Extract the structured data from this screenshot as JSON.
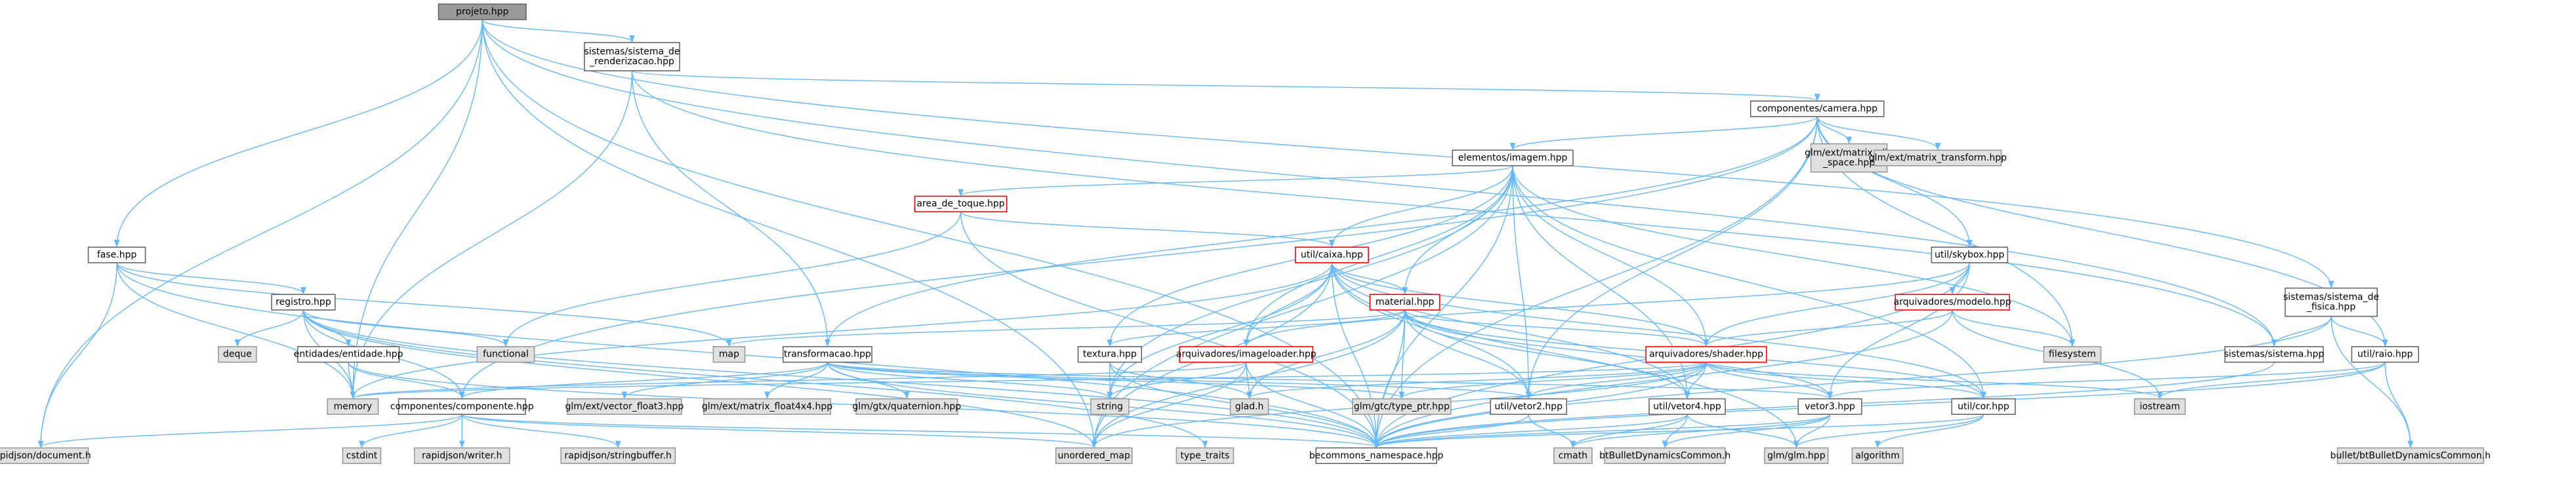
{
  "colors": {
    "edge": "#63b8ff",
    "root_fill": "#999999",
    "root_stroke": "#666666",
    "local_fill": "#ffffff",
    "local_stroke": "#666666",
    "ext_fill": "#e0e0e0",
    "ext_stroke": "#999999",
    "trunc_stroke": "#ff0000"
  },
  "nodes": [
    {
      "id": "projeto",
      "lines": [
        "projeto.hpp"
      ],
      "kind": "root"
    },
    {
      "id": "sistrender",
      "lines": [
        "sistemas/sistema_de",
        "_renderizacao.hpp"
      ],
      "kind": "local"
    },
    {
      "id": "camera",
      "lines": [
        "componentes/camera.hpp"
      ],
      "kind": "local"
    },
    {
      "id": "imagem",
      "lines": [
        "elementos/imagem.hpp"
      ],
      "kind": "local"
    },
    {
      "id": "clip",
      "lines": [
        "glm/ext/matrix_clip",
        "_space.hpp"
      ],
      "kind": "ext"
    },
    {
      "id": "mtransform",
      "lines": [
        "glm/ext/matrix_transform.hpp"
      ],
      "kind": "ext"
    },
    {
      "id": "areatoque",
      "lines": [
        "area_de_toque.hpp"
      ],
      "kind": "trunc"
    },
    {
      "id": "caixa",
      "lines": [
        "util/caixa.hpp"
      ],
      "kind": "trunc"
    },
    {
      "id": "skybox",
      "lines": [
        "util/skybox.hpp"
      ],
      "kind": "local"
    },
    {
      "id": "modelo",
      "lines": [
        "arquivadores/modelo.hpp"
      ],
      "kind": "trunc"
    },
    {
      "id": "material",
      "lines": [
        "material.hpp"
      ],
      "kind": "trunc"
    },
    {
      "id": "shader",
      "lines": [
        "arquivadores/shader.hpp"
      ],
      "kind": "trunc"
    },
    {
      "id": "sistfisica",
      "lines": [
        "sistemas/sistema_de",
        "_fisica.hpp"
      ],
      "kind": "local"
    },
    {
      "id": "sistema",
      "lines": [
        "sistemas/sistema.hpp"
      ],
      "kind": "local"
    },
    {
      "id": "raio",
      "lines": [
        "util/raio.hpp"
      ],
      "kind": "local"
    },
    {
      "id": "fase",
      "lines": [
        "fase.hpp"
      ],
      "kind": "local"
    },
    {
      "id": "registro",
      "lines": [
        "registro.hpp"
      ],
      "kind": "local"
    },
    {
      "id": "deque",
      "lines": [
        "deque"
      ],
      "kind": "ext"
    },
    {
      "id": "entidade",
      "lines": [
        "entidades/entidade.hpp"
      ],
      "kind": "local"
    },
    {
      "id": "functional",
      "lines": [
        "functional"
      ],
      "kind": "ext"
    },
    {
      "id": "map",
      "lines": [
        "map"
      ],
      "kind": "ext"
    },
    {
      "id": "transformacao",
      "lines": [
        "transformacao.hpp"
      ],
      "kind": "local"
    },
    {
      "id": "textura",
      "lines": [
        "textura.hpp"
      ],
      "kind": "local"
    },
    {
      "id": "imageloader",
      "lines": [
        "arquivadores/imageloader.hpp"
      ],
      "kind": "trunc"
    },
    {
      "id": "filesystem",
      "lines": [
        "filesystem"
      ],
      "kind": "ext"
    },
    {
      "id": "memory",
      "lines": [
        "memory"
      ],
      "kind": "ext"
    },
    {
      "id": "componente",
      "lines": [
        "componentes/componente.hpp"
      ],
      "kind": "local"
    },
    {
      "id": "vfloat3",
      "lines": [
        "glm/ext/vector_float3.hpp"
      ],
      "kind": "ext"
    },
    {
      "id": "mfloat4x4",
      "lines": [
        "glm/ext/matrix_float4x4.hpp"
      ],
      "kind": "ext"
    },
    {
      "id": "quaternion",
      "lines": [
        "glm/gtx/quaternion.hpp"
      ],
      "kind": "ext"
    },
    {
      "id": "string",
      "lines": [
        "string"
      ],
      "kind": "ext"
    },
    {
      "id": "glad",
      "lines": [
        "glad.h"
      ],
      "kind": "ext"
    },
    {
      "id": "typeptr",
      "lines": [
        "glm/gtc/type_ptr.hpp"
      ],
      "kind": "ext"
    },
    {
      "id": "vetor2",
      "lines": [
        "util/vetor2.hpp"
      ],
      "kind": "local"
    },
    {
      "id": "vetor4",
      "lines": [
        "util/vetor4.hpp"
      ],
      "kind": "local"
    },
    {
      "id": "vetor3",
      "lines": [
        "vetor3.hpp"
      ],
      "kind": "local"
    },
    {
      "id": "cor",
      "lines": [
        "util/cor.hpp"
      ],
      "kind": "local"
    },
    {
      "id": "iostream",
      "lines": [
        "iostream"
      ],
      "kind": "ext"
    },
    {
      "id": "document",
      "lines": [
        "rapidjson/document.h"
      ],
      "kind": "ext"
    },
    {
      "id": "cstdint",
      "lines": [
        "cstdint"
      ],
      "kind": "ext"
    },
    {
      "id": "writer",
      "lines": [
        "rapidjson/writer.h"
      ],
      "kind": "ext"
    },
    {
      "id": "stringbuffer",
      "lines": [
        "rapidjson/stringbuffer.h"
      ],
      "kind": "ext"
    },
    {
      "id": "umap",
      "lines": [
        "unordered_map"
      ],
      "kind": "ext"
    },
    {
      "id": "typetraits",
      "lines": [
        "type_traits"
      ],
      "kind": "ext"
    },
    {
      "id": "becommons",
      "lines": [
        "becommons_namespace.hpp"
      ],
      "kind": "local"
    },
    {
      "id": "cmath",
      "lines": [
        "cmath"
      ],
      "kind": "ext"
    },
    {
      "id": "btcommon",
      "lines": [
        "btBulletDynamicsCommon.h"
      ],
      "kind": "ext"
    },
    {
      "id": "glmglm",
      "lines": [
        "glm/glm.hpp"
      ],
      "kind": "ext"
    },
    {
      "id": "algorithm",
      "lines": [
        "algorithm"
      ],
      "kind": "ext"
    },
    {
      "id": "btcommon2",
      "lines": [
        "bullet/btBulletDynamicsCommon.h"
      ],
      "kind": "ext"
    }
  ],
  "edges": [
    [
      "projeto",
      "sistrender"
    ],
    [
      "projeto",
      "fase"
    ],
    [
      "projeto",
      "memory"
    ],
    [
      "projeto",
      "document"
    ],
    [
      "projeto",
      "becommons"
    ],
    [
      "projeto",
      "sistfisica"
    ],
    [
      "projeto",
      "sistema"
    ],
    [
      "projeto",
      "umap"
    ],
    [
      "sistrender",
      "camera"
    ],
    [
      "sistrender",
      "transformacao"
    ],
    [
      "sistrender",
      "memory"
    ],
    [
      "sistrender",
      "sistema"
    ],
    [
      "camera",
      "imagem"
    ],
    [
      "camera",
      "clip"
    ],
    [
      "camera",
      "mtransform"
    ],
    [
      "camera",
      "skybox"
    ],
    [
      "camera",
      "raio"
    ],
    [
      "camera",
      "transformacao"
    ],
    [
      "camera",
      "componente"
    ],
    [
      "camera",
      "becommons"
    ],
    [
      "camera",
      "vetor2"
    ],
    [
      "camera",
      "filesystem"
    ],
    [
      "imagem",
      "areatoque"
    ],
    [
      "imagem",
      "caixa"
    ],
    [
      "imagem",
      "material"
    ],
    [
      "imagem",
      "shader"
    ],
    [
      "imagem",
      "textura"
    ],
    [
      "imagem",
      "imageloader"
    ],
    [
      "imagem",
      "string"
    ],
    [
      "imagem",
      "vetor2"
    ],
    [
      "imagem",
      "vetor4"
    ],
    [
      "imagem",
      "cor"
    ],
    [
      "imagem",
      "becommons"
    ],
    [
      "imagem",
      "umap"
    ],
    [
      "imagem",
      "filesystem"
    ],
    [
      "areatoque",
      "caixa"
    ],
    [
      "areatoque",
      "functional"
    ],
    [
      "areatoque",
      "becommons"
    ],
    [
      "caixa",
      "material"
    ],
    [
      "caixa",
      "shader"
    ],
    [
      "caixa",
      "imageloader"
    ],
    [
      "caixa",
      "string"
    ],
    [
      "caixa",
      "memory"
    ],
    [
      "caixa",
      "vetor2"
    ],
    [
      "caixa",
      "vetor4"
    ],
    [
      "caixa",
      "cor"
    ],
    [
      "caixa",
      "glmglm"
    ],
    [
      "caixa",
      "becommons"
    ],
    [
      "caixa",
      "umap"
    ],
    [
      "skybox",
      "modelo"
    ],
    [
      "skybox",
      "shader"
    ],
    [
      "skybox",
      "imageloader"
    ],
    [
      "skybox",
      "becommons"
    ],
    [
      "skybox",
      "vetor3"
    ],
    [
      "modelo",
      "shader"
    ],
    [
      "modelo",
      "filesystem"
    ],
    [
      "modelo",
      "iostream"
    ],
    [
      "modelo",
      "becommons"
    ],
    [
      "material",
      "shader"
    ],
    [
      "material",
      "textura"
    ],
    [
      "material",
      "map"
    ],
    [
      "material",
      "glad"
    ],
    [
      "material",
      "typeptr"
    ],
    [
      "material",
      "vetor2"
    ],
    [
      "material",
      "vetor4"
    ],
    [
      "material",
      "vetor3"
    ],
    [
      "material",
      "cor"
    ],
    [
      "material",
      "becommons"
    ],
    [
      "material",
      "umap"
    ],
    [
      "shader",
      "glad"
    ],
    [
      "shader",
      "typeptr"
    ],
    [
      "shader",
      "vetor2"
    ],
    [
      "shader",
      "vetor4"
    ],
    [
      "shader",
      "vetor3"
    ],
    [
      "shader",
      "cor"
    ],
    [
      "shader",
      "iostream"
    ],
    [
      "shader",
      "becommons"
    ],
    [
      "shader",
      "memory"
    ],
    [
      "shader",
      "umap"
    ],
    [
      "sistfisica",
      "sistema"
    ],
    [
      "sistfisica",
      "raio"
    ],
    [
      "sistfisica",
      "btcommon2"
    ],
    [
      "sistfisica",
      "becommons"
    ],
    [
      "sistema",
      "becommons"
    ],
    [
      "raio",
      "vetor3"
    ],
    [
      "raio",
      "btcommon2"
    ],
    [
      "raio",
      "iostream"
    ],
    [
      "raio",
      "becommons"
    ],
    [
      "fase",
      "registro"
    ],
    [
      "fase",
      "memory"
    ],
    [
      "fase",
      "document"
    ],
    [
      "fase",
      "becommons"
    ],
    [
      "fase",
      "map"
    ],
    [
      "registro",
      "deque"
    ],
    [
      "registro",
      "entidade"
    ],
    [
      "registro",
      "functional"
    ],
    [
      "registro",
      "memory"
    ],
    [
      "registro",
      "componente"
    ],
    [
      "registro",
      "becommons"
    ],
    [
      "registro",
      "umap"
    ],
    [
      "registro",
      "typetraits"
    ],
    [
      "entidade",
      "memory"
    ],
    [
      "entidade",
      "componente"
    ],
    [
      "entidade",
      "becommons"
    ],
    [
      "transformacao",
      "vfloat3"
    ],
    [
      "transformacao",
      "mfloat4x4"
    ],
    [
      "transformacao",
      "quaternion"
    ],
    [
      "transformacao",
      "componente"
    ],
    [
      "transformacao",
      "vetor2"
    ],
    [
      "transformacao",
      "vetor3"
    ],
    [
      "transformacao",
      "typeptr"
    ],
    [
      "transformacao",
      "string"
    ],
    [
      "transformacao",
      "becommons"
    ],
    [
      "textura",
      "string"
    ],
    [
      "textura",
      "glad"
    ],
    [
      "textura",
      "becommons"
    ],
    [
      "imageloader",
      "glad"
    ],
    [
      "imageloader",
      "string"
    ],
    [
      "imageloader",
      "umap"
    ],
    [
      "imageloader",
      "becommons"
    ],
    [
      "imageloader",
      "memory"
    ],
    [
      "componente",
      "cstdint"
    ],
    [
      "componente",
      "writer"
    ],
    [
      "componente",
      "stringbuffer"
    ],
    [
      "componente",
      "document"
    ],
    [
      "componente",
      "becommons"
    ],
    [
      "componente",
      "umap"
    ],
    [
      "vetor2",
      "cmath"
    ],
    [
      "vetor2",
      "becommons"
    ],
    [
      "vetor4",
      "cmath"
    ],
    [
      "vetor4",
      "btcommon"
    ],
    [
      "vetor4",
      "becommons"
    ],
    [
      "vetor4",
      "glmglm"
    ],
    [
      "vetor3",
      "cmath"
    ],
    [
      "vetor3",
      "btcommon"
    ],
    [
      "vetor3",
      "glmglm"
    ],
    [
      "vetor3",
      "becommons"
    ],
    [
      "cor",
      "algorithm"
    ],
    [
      "cor",
      "becommons"
    ],
    [
      "cor",
      "glmglm"
    ]
  ]
}
